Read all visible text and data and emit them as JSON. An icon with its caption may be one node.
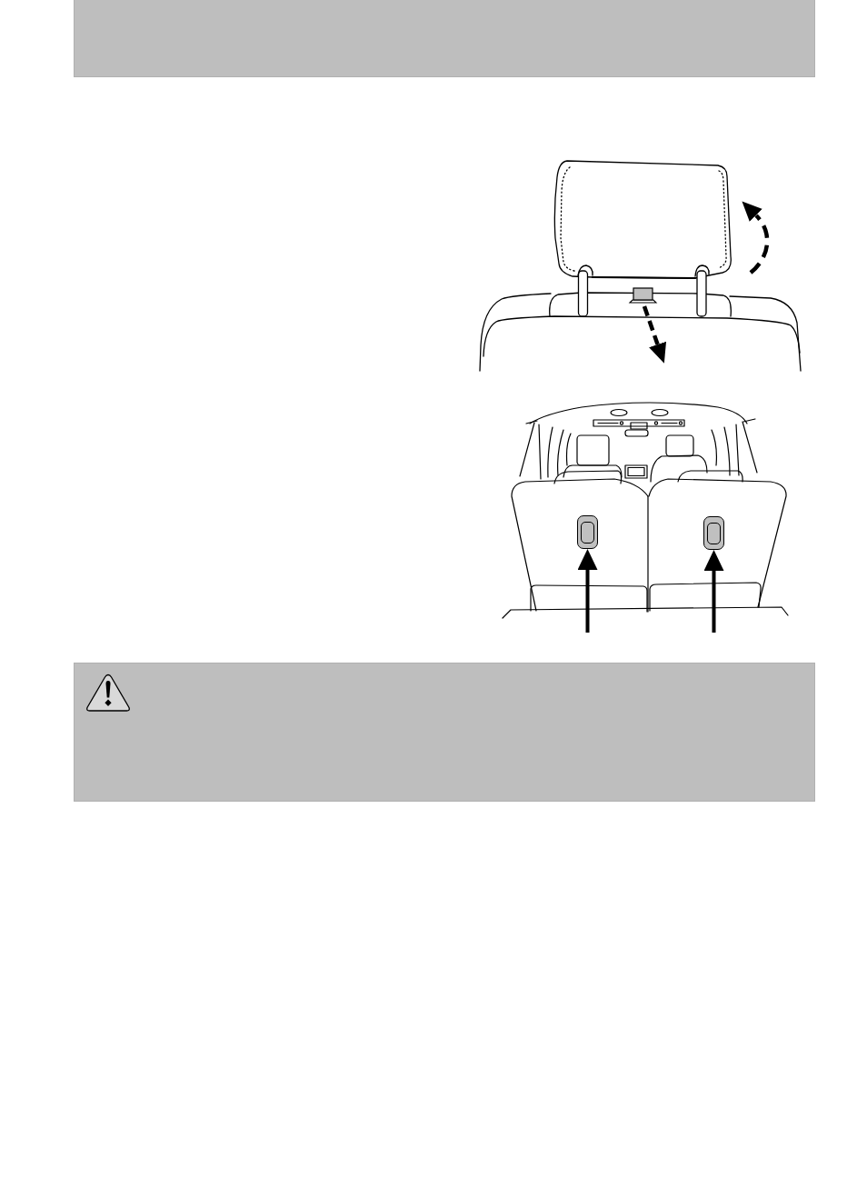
{
  "diagram": {
    "nodes": [
      {
        "text": [],
        "shape": "box"
      },
      {
        "text": [],
        "shape": "box"
      }
    ],
    "edges": [
      {
        "from": null,
        "to": 0,
        "arrow": "to"
      },
      {
        "from": null,
        "to": 1,
        "arrow": "to"
      }
    ]
  }
}
